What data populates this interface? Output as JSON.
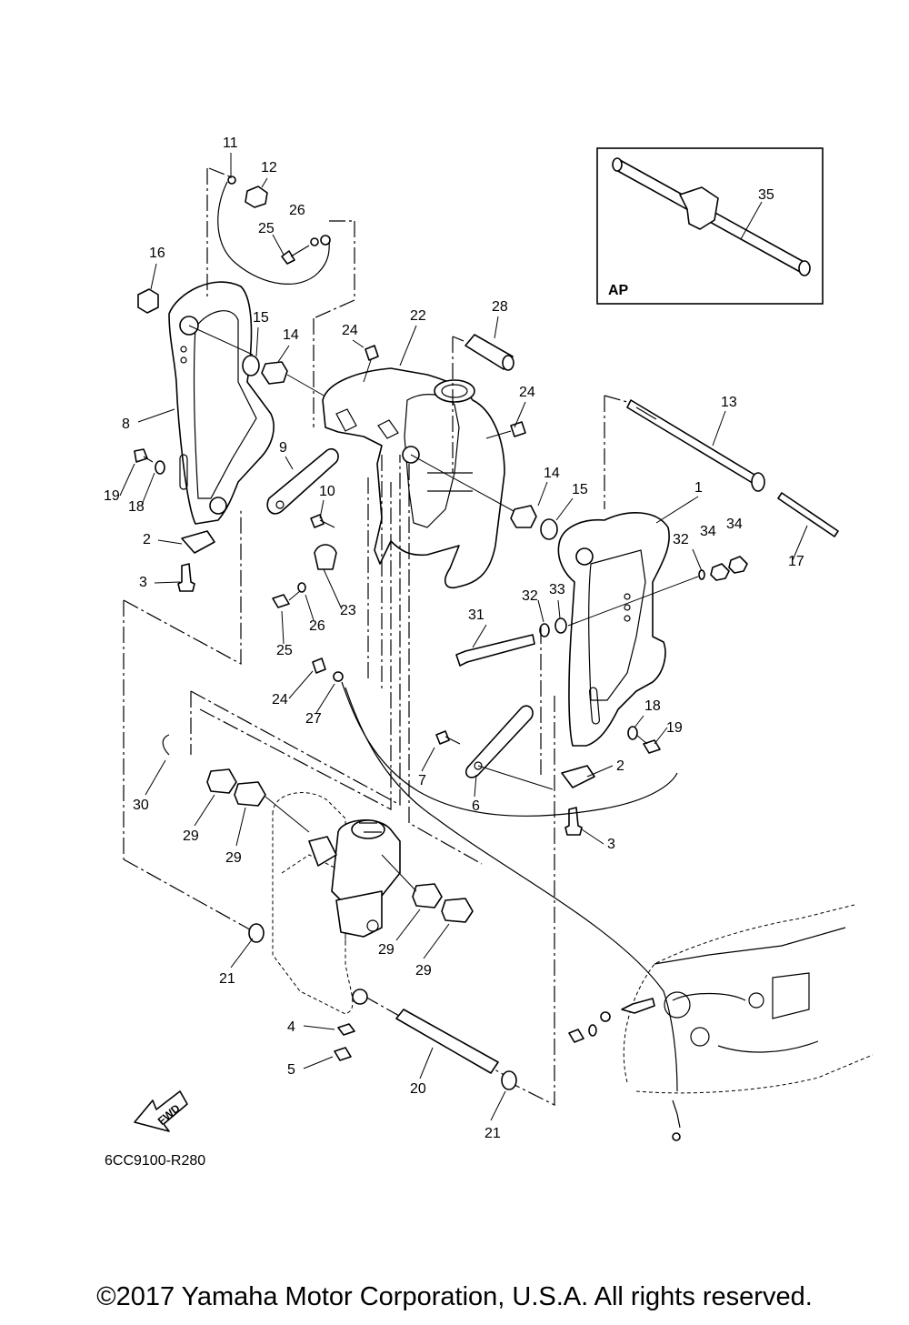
{
  "diagram_code": "6CC9100-R280",
  "fwd_badge": "FWD",
  "inset": {
    "tag": "AP",
    "part_number": "35"
  },
  "copyright": "©2017 Yamaha Motor Corporation, U.S.A. All rights reserved.",
  "callouts": [
    "11",
    "12",
    "26",
    "25",
    "16",
    "15",
    "14",
    "24",
    "22",
    "28",
    "8",
    "9",
    "24",
    "13",
    "19",
    "18",
    "10",
    "14",
    "15",
    "1",
    "2",
    "32",
    "34",
    "34",
    "17",
    "3",
    "23",
    "26",
    "32",
    "33",
    "31",
    "25",
    "24",
    "27",
    "18",
    "19",
    "30",
    "7",
    "2",
    "6",
    "29",
    "29",
    "3",
    "29",
    "29",
    "21",
    "4",
    "5",
    "20",
    "21"
  ]
}
